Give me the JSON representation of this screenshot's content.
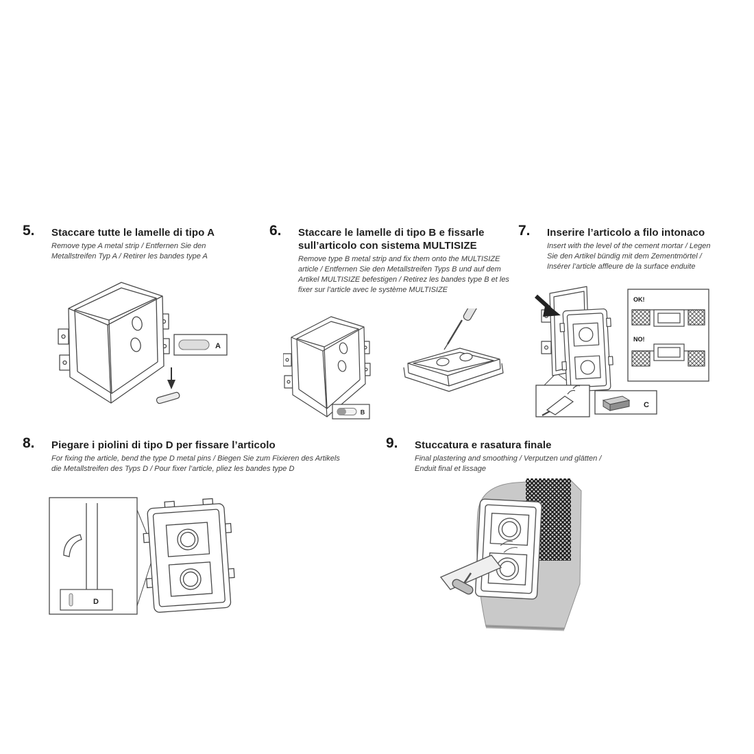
{
  "page": {
    "background": "#ffffff",
    "ink": "#1c1c1c"
  },
  "steps": [
    {
      "number": "5.",
      "title": "Staccare tutte le lamelle di tipo A",
      "translations": "Remove type A metal strip / Entfernen Sie den Metallstreifen Typ A / Retirer les bandes type A",
      "part_label": "A"
    },
    {
      "number": "6.",
      "title": "Staccare le lamelle di tipo B e fissarle sull’articolo con sistema MULTISIZE",
      "translations": "Remove type B metal strip and fix them onto the MULTISIZE article / Entfernen Sie den Metallstreifen Typs B und auf dem Artikel MULTISIZE befestigen / Retirez les bandes type B et les fixer sur l’article avec le système MULTISIZE",
      "part_label": "B"
    },
    {
      "number": "7.",
      "title": "Inserire l’articolo a filo intonaco",
      "translations": "Insert with the level of the cement mortar / Legen Sie den Artikel bündig mit dem Zementmörtel / Insérer l’article affleure de la surface enduite",
      "part_label": "C",
      "ok_label": "OK!",
      "no_label": "NO!"
    },
    {
      "number": "8.",
      "title": "Piegare i piolini di tipo D per fissare l’articolo",
      "translations": "For fixing the article, bend the type D metal pins / Biegen Sie zum Fixieren des Artikels die Metallstreifen des Typs D / Pour fixer l’article, pliez les bandes type D",
      "part_label": "D"
    },
    {
      "number": "9.",
      "title": "Stuccatura e rasatura finale",
      "translations": "Final plastering and smoothing / Verputzen und glätten / Enduit final et lissage"
    }
  ]
}
